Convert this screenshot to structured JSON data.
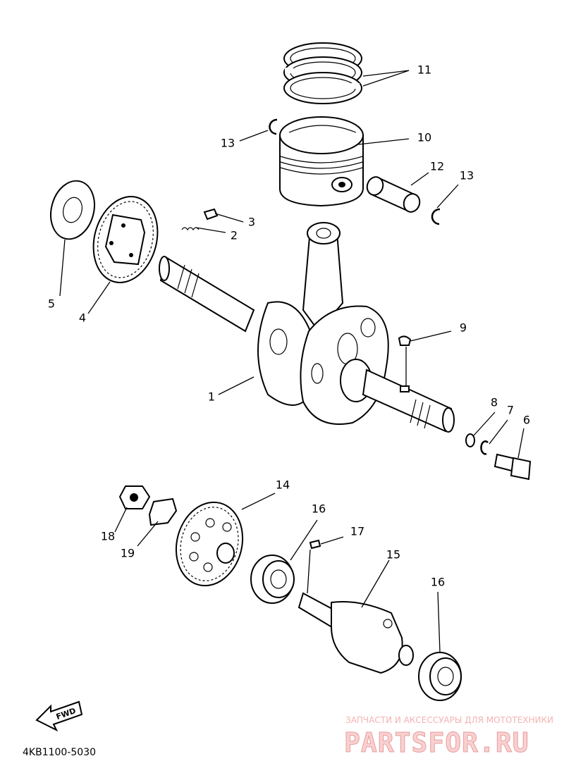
{
  "diagram": {
    "code": "4KB1100-5030",
    "fwd_label": "FWD",
    "parts": [
      {
        "id": "1",
        "label": "1"
      },
      {
        "id": "2",
        "label": "2"
      },
      {
        "id": "3",
        "label": "3"
      },
      {
        "id": "4",
        "label": "4"
      },
      {
        "id": "5",
        "label": "5"
      },
      {
        "id": "6",
        "label": "6"
      },
      {
        "id": "7",
        "label": "7"
      },
      {
        "id": "8",
        "label": "8"
      },
      {
        "id": "9",
        "label": "9"
      },
      {
        "id": "10",
        "label": "10"
      },
      {
        "id": "11",
        "label": "11"
      },
      {
        "id": "12",
        "label": "12"
      },
      {
        "id": "13a",
        "label": "13"
      },
      {
        "id": "13b",
        "label": "13"
      },
      {
        "id": "14",
        "label": "14"
      },
      {
        "id": "15",
        "label": "15"
      },
      {
        "id": "16a",
        "label": "16"
      },
      {
        "id": "16b",
        "label": "16"
      },
      {
        "id": "17",
        "label": "17"
      },
      {
        "id": "18",
        "label": "18"
      },
      {
        "id": "19",
        "label": "19"
      }
    ]
  },
  "watermark": {
    "tagline": "ЗАПЧАСТИ И АКСЕССУАРЫ ДЛЯ МОТОТЕХНИКИ",
    "brand": "PARTSFOR.RU"
  }
}
